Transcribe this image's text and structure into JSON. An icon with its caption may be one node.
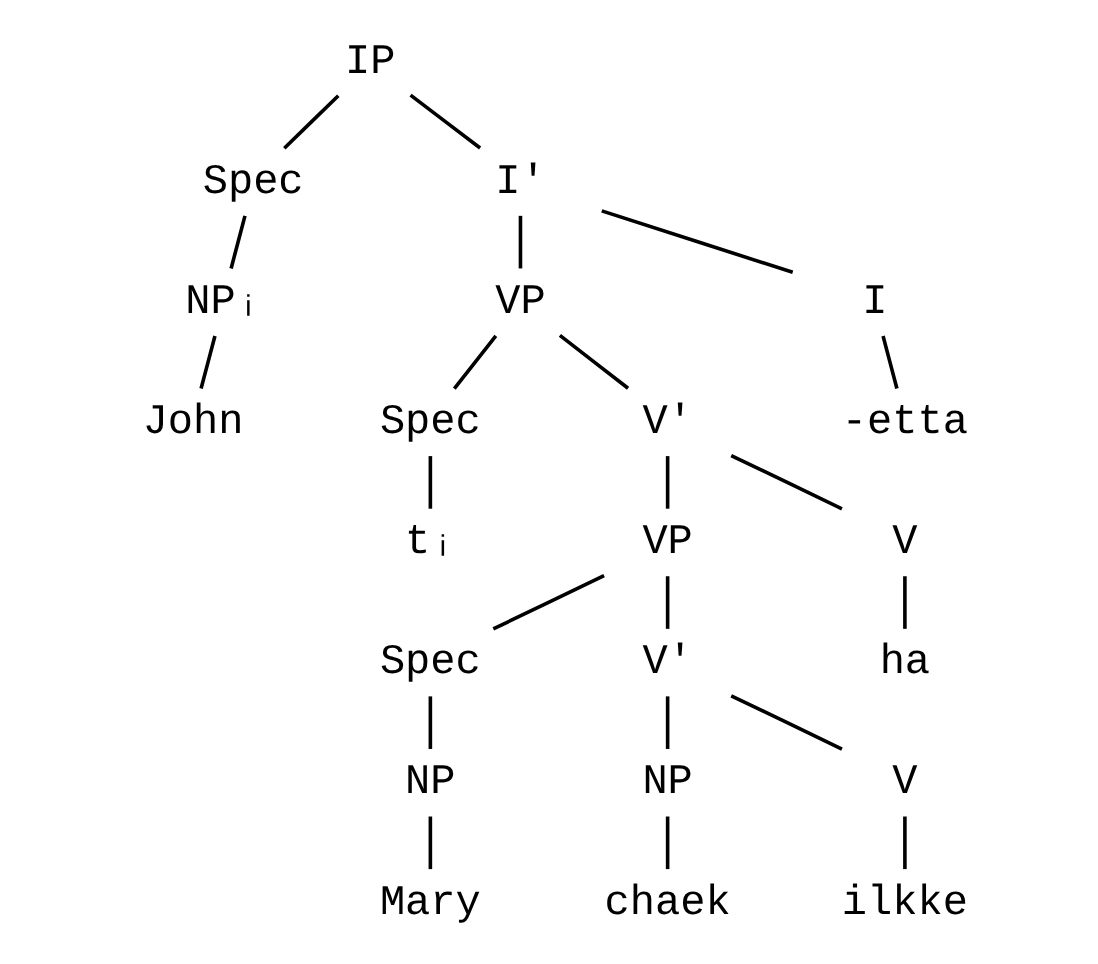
{
  "diagram": {
    "nodes": [
      {
        "text": [
          "IP"
        ]
      },
      {
        "text": [
          "Spec"
        ]
      },
      {
        "text": [
          "I'"
        ]
      },
      {
        "text": [
          "NPᵢ"
        ]
      },
      {
        "text": [
          "VP"
        ]
      },
      {
        "text": [
          "I"
        ]
      },
      {
        "text": [
          "John"
        ]
      },
      {
        "text": [
          "Spec"
        ]
      },
      {
        "text": [
          "V'"
        ]
      },
      {
        "text": [
          "-etta"
        ]
      },
      {
        "text": [
          "tᵢ"
        ]
      },
      {
        "text": [
          "VP"
        ]
      },
      {
        "text": [
          "V"
        ]
      },
      {
        "text": [
          "Spec"
        ]
      },
      {
        "text": [
          "V'"
        ]
      },
      {
        "text": [
          "ha"
        ]
      },
      {
        "text": [
          "NP"
        ]
      },
      {
        "text": [
          "NP"
        ]
      },
      {
        "text": [
          "V"
        ]
      },
      {
        "text": [
          "Mary"
        ]
      },
      {
        "text": [
          "chaek"
        ]
      },
      {
        "text": [
          "ilkke"
        ]
      }
    ],
    "edges": [
      {
        "from": 0,
        "to": 1,
        "arrow": "none"
      },
      {
        "from": 0,
        "to": 2,
        "arrow": "none"
      },
      {
        "from": 1,
        "to": 3,
        "arrow": "none"
      },
      {
        "from": 3,
        "to": 6,
        "arrow": "none"
      },
      {
        "from": 2,
        "to": 4,
        "arrow": "none"
      },
      {
        "from": 2,
        "to": 5,
        "arrow": "none"
      },
      {
        "from": 5,
        "to": 9,
        "arrow": "none"
      },
      {
        "from": 4,
        "to": 7,
        "arrow": "none"
      },
      {
        "from": 4,
        "to": 8,
        "arrow": "none"
      },
      {
        "from": 7,
        "to": 10,
        "arrow": "none"
      },
      {
        "from": 8,
        "to": 11,
        "arrow": "none"
      },
      {
        "from": 8,
        "to": 12,
        "arrow": "none"
      },
      {
        "from": 12,
        "to": 15,
        "arrow": "none"
      },
      {
        "from": 11,
        "to": 13,
        "arrow": "none"
      },
      {
        "from": 11,
        "to": 14,
        "arrow": "none"
      },
      {
        "from": 13,
        "to": 16,
        "arrow": "none"
      },
      {
        "from": 16,
        "to": 19,
        "arrow": "none"
      },
      {
        "from": 14,
        "to": 17,
        "arrow": "none"
      },
      {
        "from": 14,
        "to": 18,
        "arrow": "none"
      },
      {
        "from": 17,
        "to": 20,
        "arrow": "none"
      },
      {
        "from": 18,
        "to": 21,
        "arrow": "none"
      }
    ]
  }
}
